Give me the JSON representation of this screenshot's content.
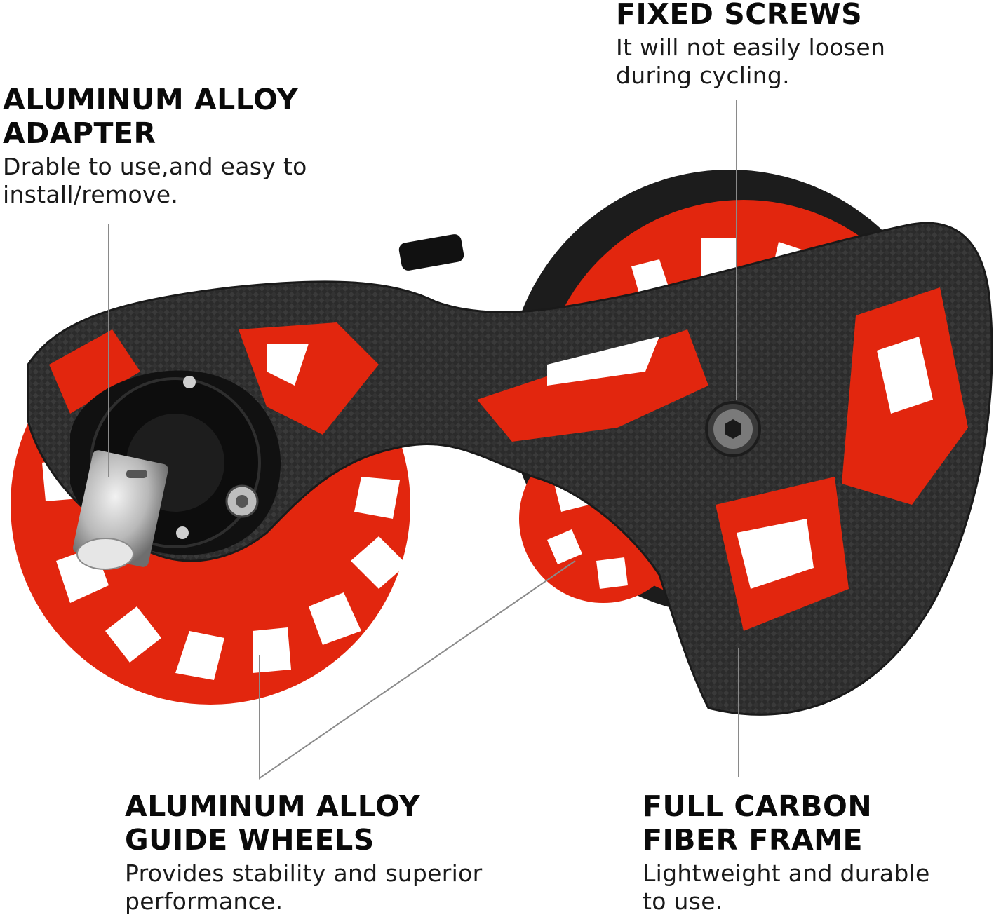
{
  "callouts": {
    "adapter": {
      "title_line1": "ALUMINUM ALLOY",
      "title_line2": "ADAPTER",
      "desc_line1": "Drable to use,and easy to",
      "desc_line2": "install/remove."
    },
    "screws": {
      "title_line1": "FIXED SCREWS",
      "desc_line1": "It will not easily loosen",
      "desc_line2": "during cycling."
    },
    "wheels": {
      "title_line1": "ALUMINUM ALLOY",
      "title_line2": "GUIDE WHEELS",
      "desc_line1": "Provides stability and superior",
      "desc_line2": "performance."
    },
    "frame": {
      "title_line1": "FULL CARBON",
      "title_line2": "FIBER FRAME",
      "desc_line1": "Lightweight and durable",
      "desc_line2": "to use."
    }
  },
  "colors": {
    "pulley_red": "#e2260e",
    "carbon": "#2a2a2a",
    "leader_line": "#8a8a8a"
  },
  "icons": [
    "pulley-wheel-icon",
    "carbon-cage-icon",
    "hex-screw-icon",
    "axle-icon"
  ]
}
